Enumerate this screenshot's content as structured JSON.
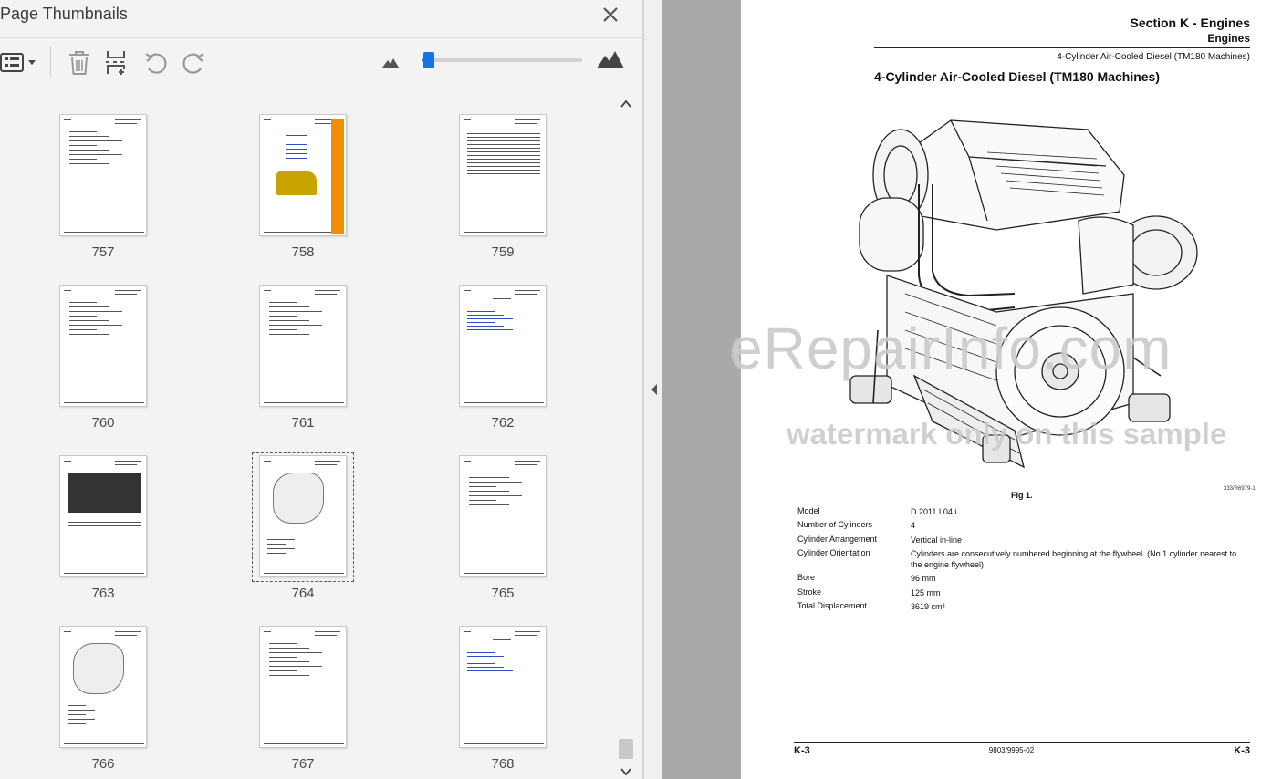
{
  "panel": {
    "title": "Page Thumbnails",
    "close_icon": "close-icon"
  },
  "toolbar": {
    "icons": [
      "options-menu-icon",
      "delete-icon",
      "insert-page-icon",
      "rotate-left-icon",
      "rotate-right-icon",
      "zoom-out-mountain-icon",
      "zoom-in-mountain-icon"
    ],
    "zoom_fraction": 0.04
  },
  "thumbnails": [
    {
      "page": "757",
      "selected": false
    },
    {
      "page": "758",
      "selected": false
    },
    {
      "page": "759",
      "selected": false
    },
    {
      "page": "760",
      "selected": false
    },
    {
      "page": "761",
      "selected": false
    },
    {
      "page": "762",
      "selected": false
    },
    {
      "page": "763",
      "selected": false
    },
    {
      "page": "764",
      "selected": true
    },
    {
      "page": "765",
      "selected": false
    },
    {
      "page": "766",
      "selected": false
    },
    {
      "page": "767",
      "selected": false
    },
    {
      "page": "768",
      "selected": false
    }
  ],
  "document": {
    "section": "Section K - Engines",
    "chapter": "Engines",
    "subheader": "4-Cylinder Air-Cooled Diesel (TM180 Machines)",
    "title": "4-Cylinder Air-Cooled Diesel (TM180 Machines)",
    "figure_code": "333/R6979-1",
    "figure_caption": "Fig 1.",
    "specs": [
      {
        "label": "Model",
        "value": "D 2011 L04 i"
      },
      {
        "label": "Number of Cylinders",
        "value": "4"
      },
      {
        "label": "Cylinder Arrangement",
        "value": "Vertical in-line"
      },
      {
        "label": "Cylinder Orientation",
        "value": "Cylinders are consecutively numbered beginning at the flywheel. (No 1 cylinder nearest to the engine flywheel)"
      },
      {
        "label": "Bore",
        "value": "96 mm"
      },
      {
        "label": "Stroke",
        "value": "125 mm"
      },
      {
        "label": "Total Displacement",
        "value": "3619 cm³"
      }
    ],
    "footer_left": "K-3",
    "footer_center": "9803/9995-02",
    "footer_right": "K-3"
  },
  "watermark": {
    "main": "eRepairInfo.com",
    "sub": "watermark only on this sample"
  },
  "colors": {
    "accent": "#1473e6",
    "gutter": "#a9a9a9",
    "thumb_orange": "#f28c00"
  }
}
